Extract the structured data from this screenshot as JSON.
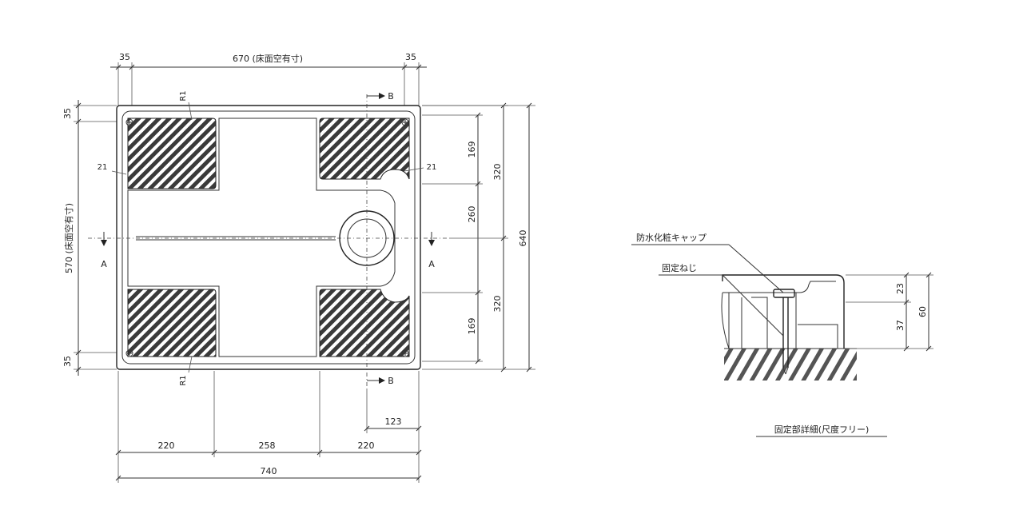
{
  "plan": {
    "top_dims": {
      "left": "35",
      "middle": "670 (床面空有寸)",
      "right": "35"
    },
    "left_dims": {
      "top": "35",
      "middle": "570 (床面空有寸)",
      "bottom": "35"
    },
    "right_dims": {
      "upper": "169",
      "upper_outer": "320",
      "center": "260",
      "lower_outer": "320",
      "lower": "169",
      "overall": "640"
    },
    "bottom_dims": {
      "left": "220",
      "middle": "258",
      "right": "220",
      "overall": "740",
      "drain_offset": "123"
    },
    "radius_labels": {
      "top": "R1",
      "left": "21",
      "right": "21",
      "bottom": "R1"
    },
    "section_a": {
      "left": "A",
      "right": "A"
    },
    "section_b": {
      "top": "B",
      "bottom": "B"
    }
  },
  "detail": {
    "callout_cap": "防水化粧キャップ",
    "callout_screw": "固定ねじ",
    "dim_upper": "23",
    "dim_lower": "37",
    "dim_total": "60",
    "caption": "固定部詳細(尺度フリー)"
  }
}
